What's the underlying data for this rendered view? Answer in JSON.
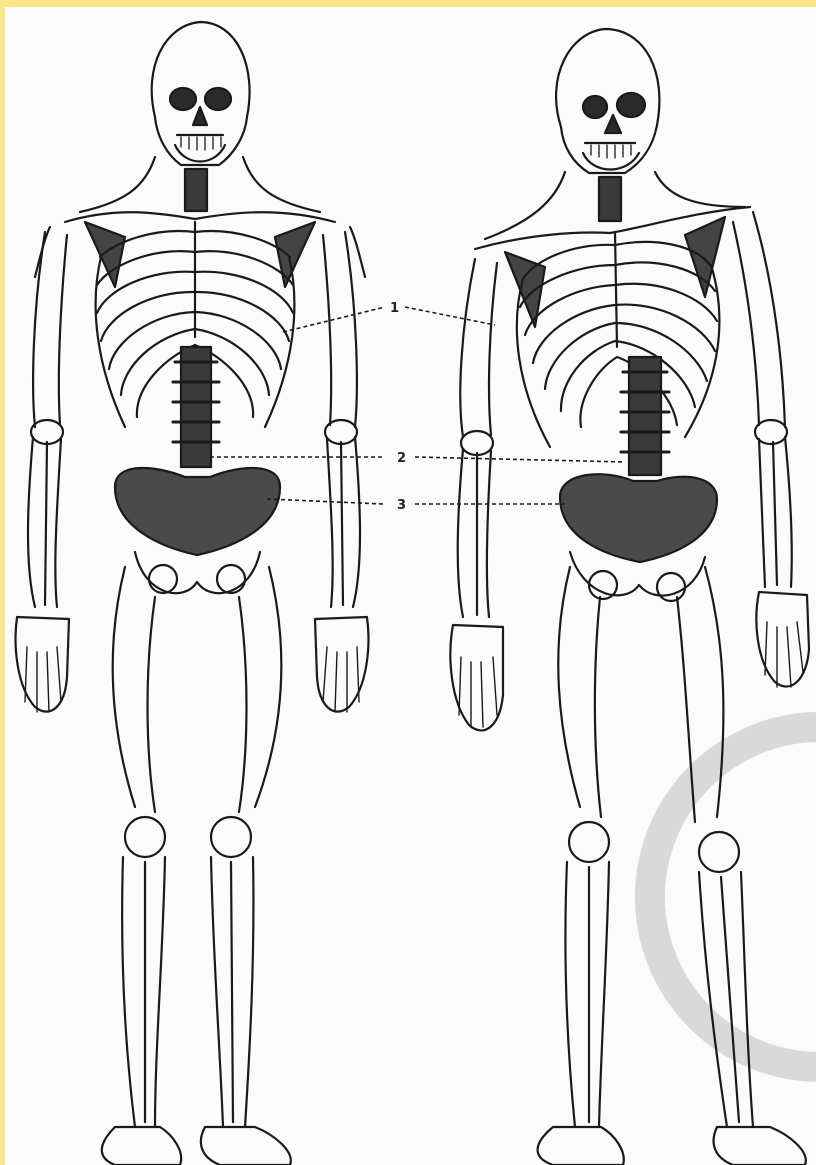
{
  "figure": {
    "left_skeleton": "skeleton-front-view",
    "right_skeleton": "skeleton-three-quarter-view"
  },
  "callouts": [
    {
      "label": "1"
    },
    {
      "label": "2"
    },
    {
      "label": "3"
    }
  ],
  "watermark": {
    "text": "C"
  },
  "colors": {
    "border": "#fde68a",
    "line": "#1a1a1a",
    "shade": "#3a3a3a",
    "watermark": "#d9d9d9"
  }
}
